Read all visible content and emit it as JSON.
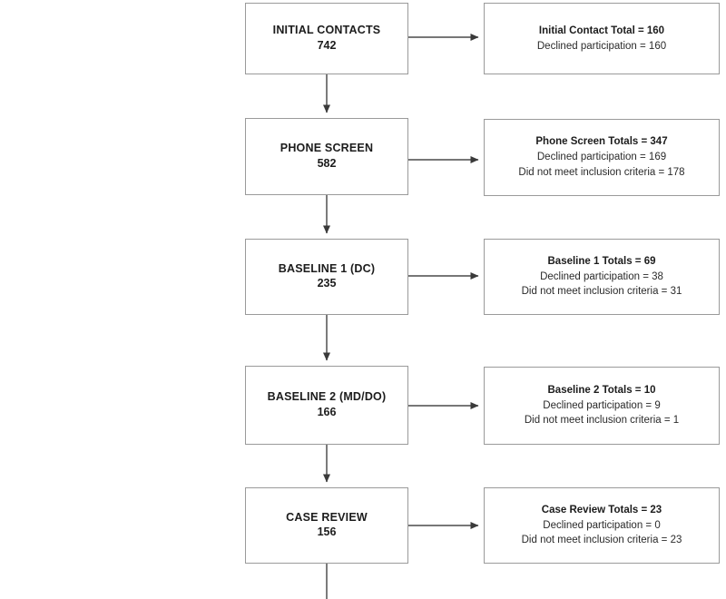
{
  "figure": {
    "type": "flowchart",
    "orientation": "vertical-with-side-branches",
    "background_color": "#ffffff",
    "box_border_color": "#9a9a9a",
    "arrow_color": "#3a3a3a",
    "text_color": "#1c1c1c"
  },
  "stages": [
    {
      "title": "INITIAL CONTACTS",
      "count": "742"
    },
    {
      "title": "PHONE SCREEN",
      "count": "582"
    },
    {
      "title": "BASELINE 1 (DC)",
      "count": "235"
    },
    {
      "title": "BASELINE 2 (MD/DO)",
      "count": "166"
    },
    {
      "title": "CASE REVIEW",
      "count": "156"
    }
  ],
  "exclusions": [
    {
      "title": "Initial Contact Total = 160",
      "lines": [
        "Declined participation = 160"
      ]
    },
    {
      "title": "Phone Screen Totals = 347",
      "lines": [
        "Declined participation = 169",
        "Did not meet inclusion criteria = 178"
      ]
    },
    {
      "title": "Baseline 1 Totals = 69",
      "lines": [
        "Declined participation = 38",
        "Did not meet inclusion criteria = 31"
      ]
    },
    {
      "title": "Baseline 2 Totals = 10",
      "lines": [
        "Declined participation = 9",
        "Did not meet inclusion criteria = 1"
      ]
    },
    {
      "title": "Case Review Totals = 23",
      "lines": [
        "Declined participation = 0",
        "Did not meet inclusion criteria = 23"
      ]
    }
  ]
}
